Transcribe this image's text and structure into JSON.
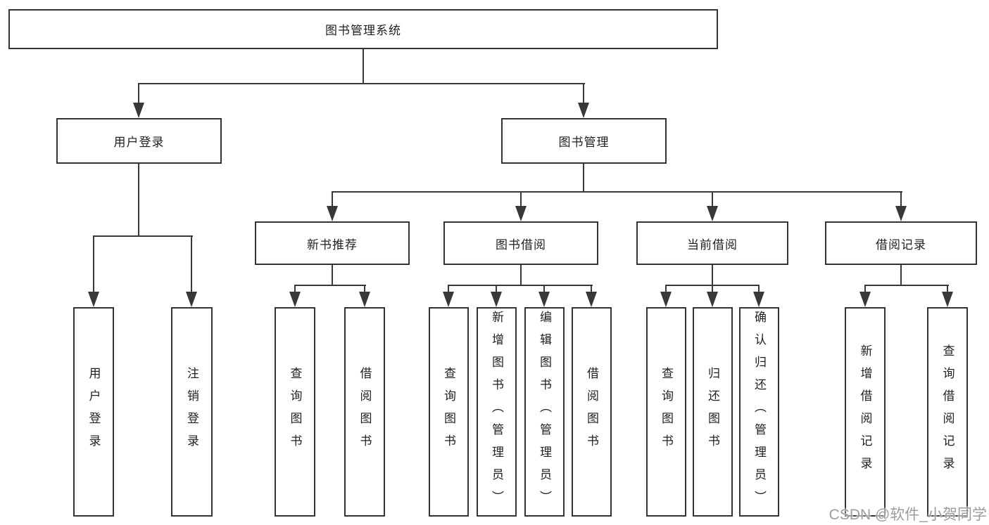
{
  "diagram": {
    "root": "图书管理系统",
    "level2": [
      "用户登录",
      "图书管理"
    ],
    "level3": [
      "新书推荐",
      "图书借阅",
      "当前借阅",
      "借阅记录"
    ],
    "leaves_login": [
      "用户登录",
      "注销登录"
    ],
    "leaves_recommend": [
      "查询图书",
      "借阅图书"
    ],
    "leaves_borrow": [
      "查询图书",
      "新增图书（管理员）",
      "编辑图书（管理员）",
      "借阅图书"
    ],
    "leaves_current": [
      "查询图书",
      "归还图书",
      "确认归还（管理员）"
    ],
    "leaves_record": [
      "新增借阅记录",
      "查询借阅记录"
    ]
  },
  "watermark": {
    "text": "CSDN @软件_小贺同学"
  },
  "colors": {
    "line": "#383838",
    "border": "#333333",
    "text": "#1f1f1f",
    "bg": "#ffffff",
    "watermark": "#9c9c9c"
  }
}
